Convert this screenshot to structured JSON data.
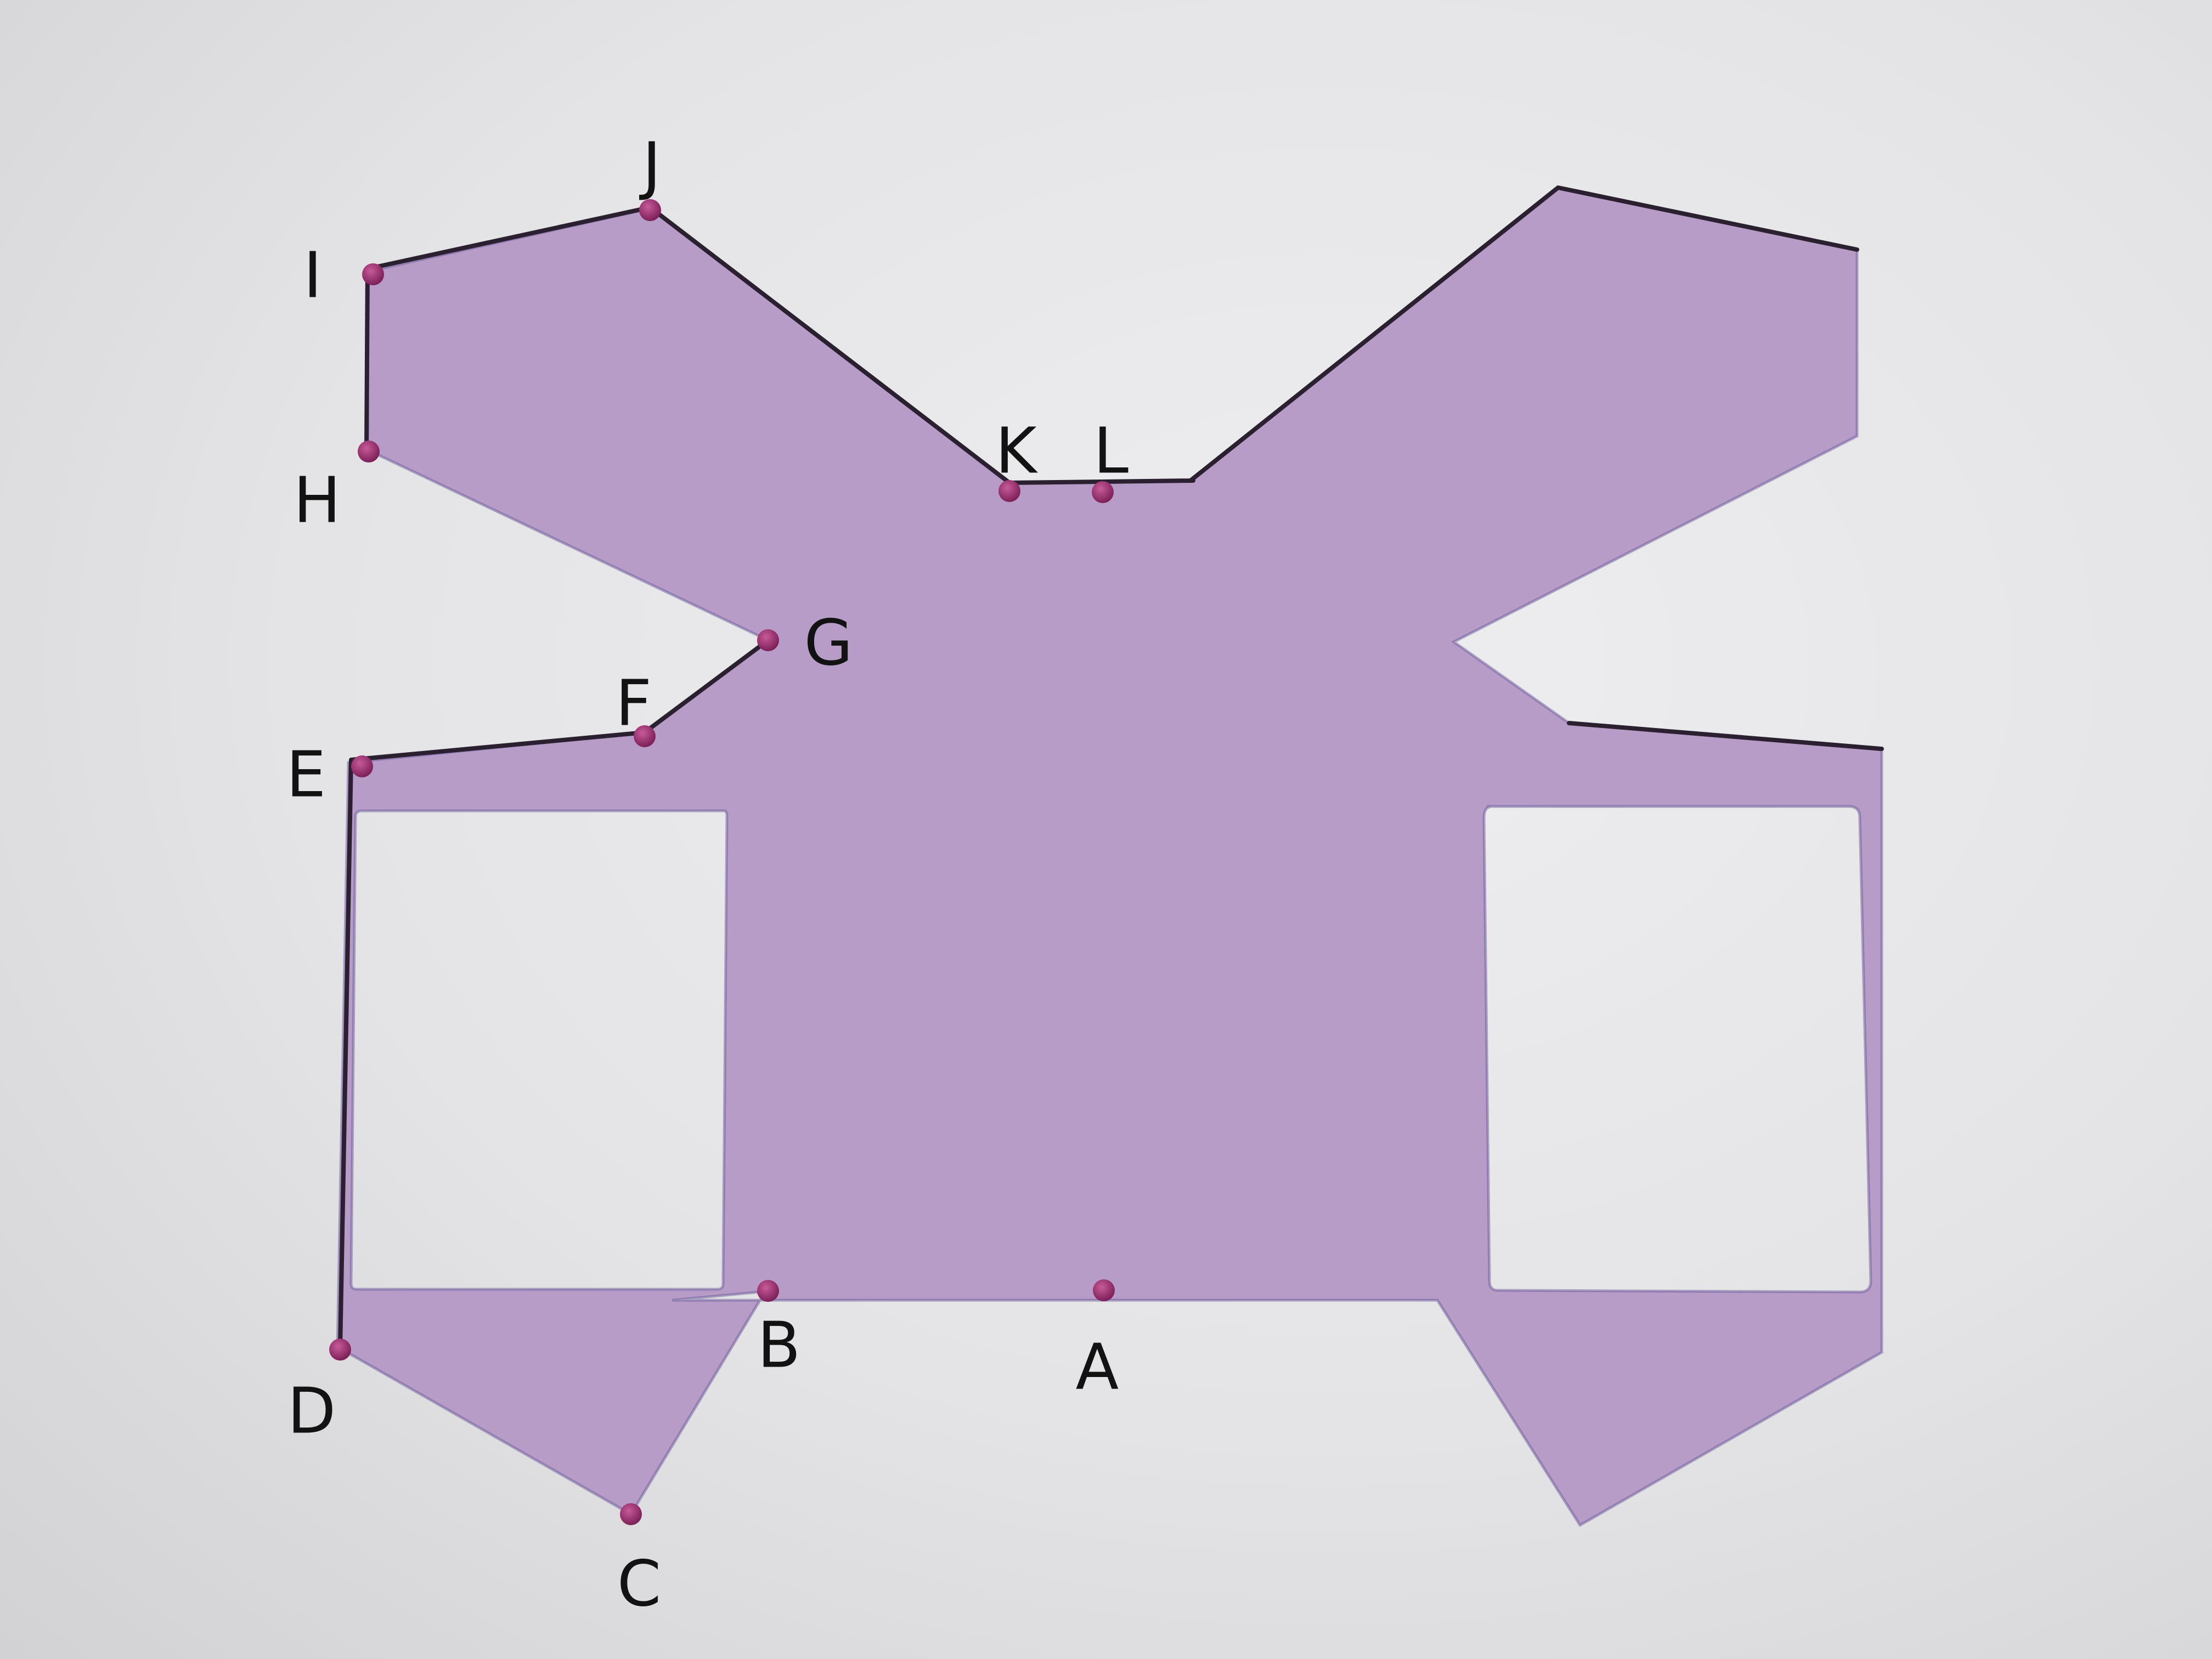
{
  "diagram": {
    "colors": {
      "shape_fill": "#b79cc7",
      "shape_edge": "#6a5a9a",
      "outline": "#2a2030",
      "point_fill": "#9c2a6e",
      "label": "#121212",
      "paper": "#e6e6e8"
    },
    "points": [
      {
        "id": "A",
        "label": "A"
      },
      {
        "id": "B",
        "label": "B"
      },
      {
        "id": "C",
        "label": "C"
      },
      {
        "id": "D",
        "label": "D"
      },
      {
        "id": "E",
        "label": "E"
      },
      {
        "id": "F",
        "label": "F"
      },
      {
        "id": "G",
        "label": "G"
      },
      {
        "id": "H",
        "label": "H"
      },
      {
        "id": "I",
        "label": "I"
      },
      {
        "id": "J",
        "label": "J"
      },
      {
        "id": "K",
        "label": "K"
      },
      {
        "id": "L",
        "label": "L"
      }
    ],
    "traced_path": [
      "L",
      "K",
      "J",
      "I",
      "H"
    ],
    "traced_path_2": [
      "G",
      "F",
      "E",
      "D"
    ]
  }
}
